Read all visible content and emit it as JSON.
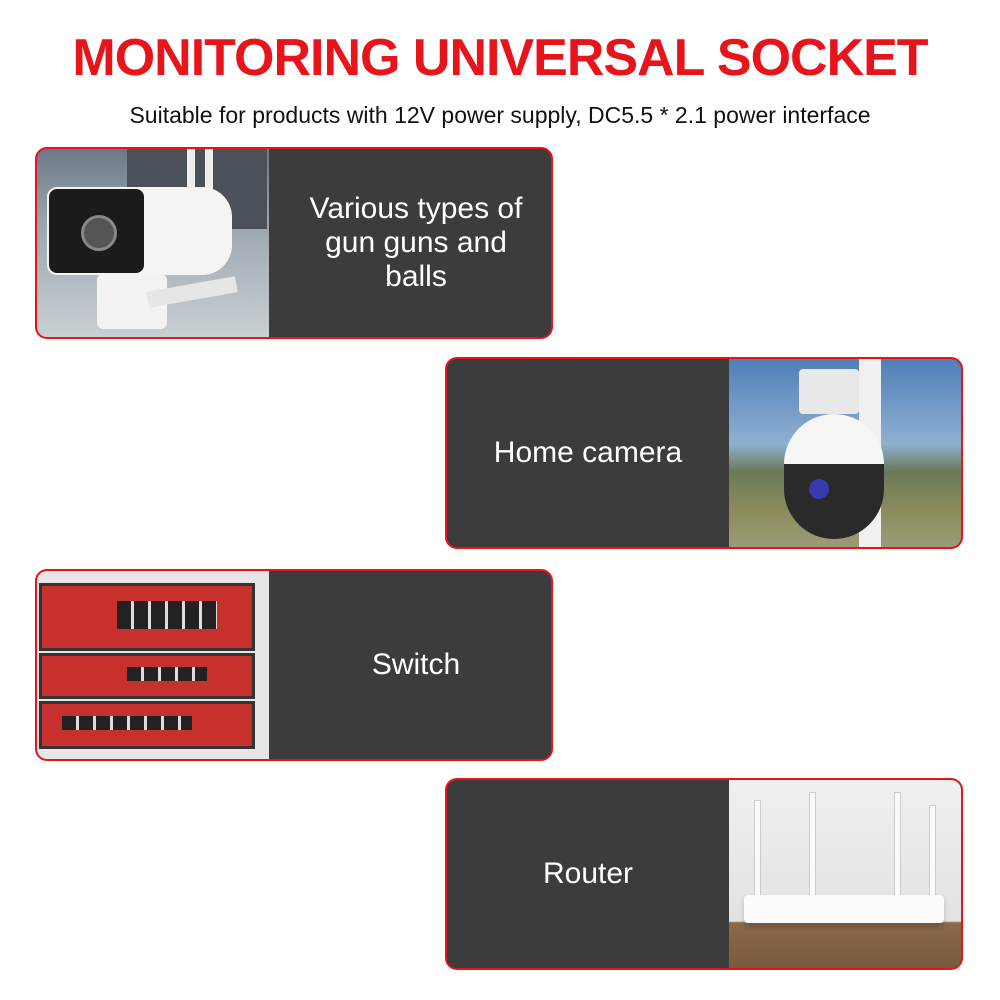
{
  "title": "MONITORING UNIVERSAL SOCKET",
  "subtitle": "Suitable for products with 12V power supply, DC5.5 * 2.1 power interface",
  "cards": [
    {
      "label": "Various types of gun guns and balls",
      "image": "bullet-camera-icon"
    },
    {
      "label": "Home camera",
      "image": "dome-camera-icon"
    },
    {
      "label": "Switch",
      "image": "network-switch-icon"
    },
    {
      "label": "Router",
      "image": "router-icon"
    }
  ],
  "colors": {
    "accent": "#e8141c",
    "card_bg": "#3c3c3c"
  }
}
